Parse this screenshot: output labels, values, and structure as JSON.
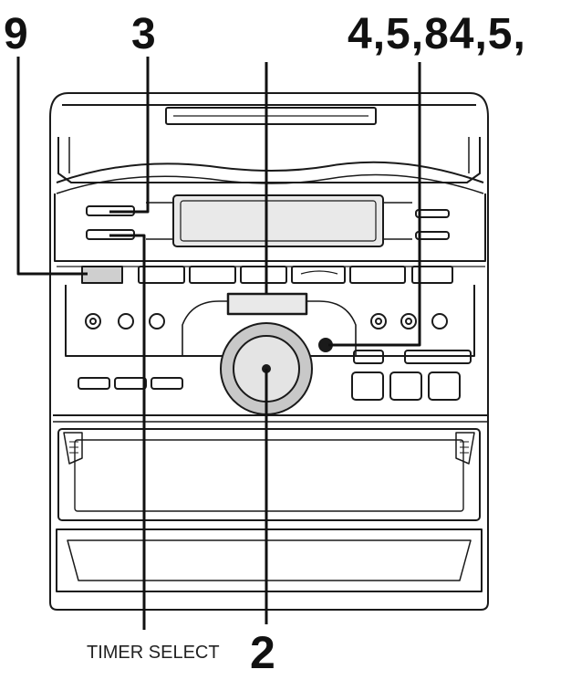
{
  "callouts": {
    "nine": "9",
    "three": "3",
    "four_five_eight": "4,5,84,5,",
    "two": "2",
    "timer_select": "TIMER SELECT"
  },
  "colors": {
    "line": "#1a1a1a",
    "body_fill": "#ffffff",
    "shade": "#cfcfcf",
    "display_fill": "#e9e9e9",
    "knob_outer": "#c8c8c8",
    "knob_inner": "#e4e4e4"
  }
}
